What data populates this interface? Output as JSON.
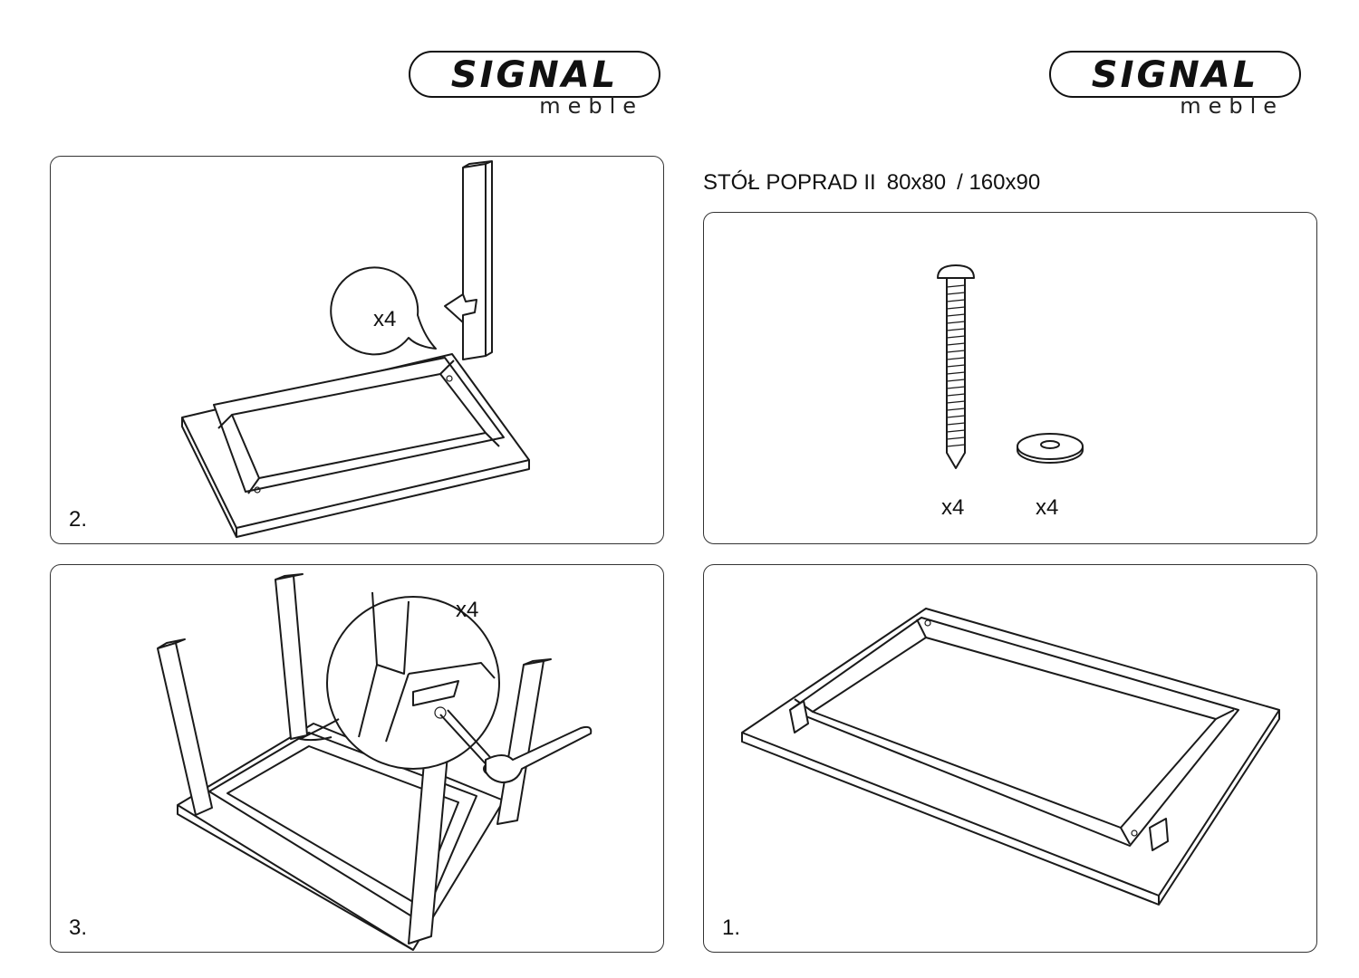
{
  "logos": [
    {
      "brand": "SIGNAL",
      "sub": "meble"
    },
    {
      "brand": "SIGNAL",
      "sub": "meble"
    }
  ],
  "title": {
    "product": "STÓŁ POPRAD II",
    "size1": "80x80",
    "size2": "/ 160x90"
  },
  "panels": {
    "step2": {
      "label": "2.",
      "callout_qty": "x4"
    },
    "parts": {
      "bolt_qty": "x4",
      "washer_qty": "x4"
    },
    "step3": {
      "label": "3.",
      "callout_qty": "x4"
    },
    "step1": {
      "label": "1."
    }
  },
  "colors": {
    "line": "#1a1a1a",
    "background": "#ffffff"
  }
}
